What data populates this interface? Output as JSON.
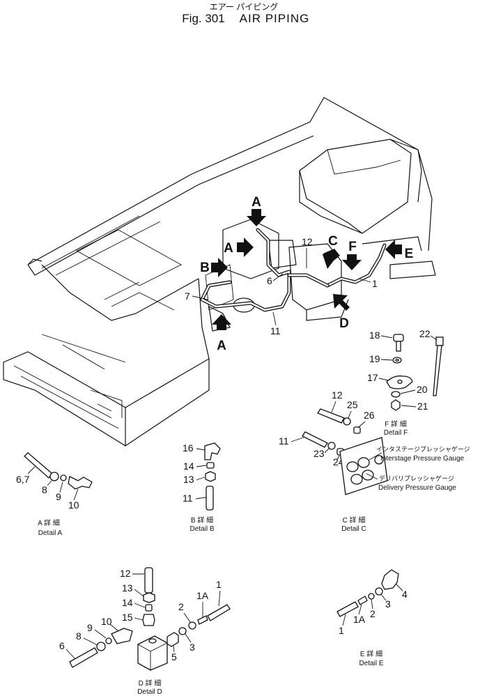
{
  "header": {
    "jp_title": "エアー パイピング",
    "fig": "Fig. 301",
    "title": "AIR PIPING"
  },
  "arrows": {
    "a": "A",
    "b": "B",
    "c": "C",
    "d": "D",
    "e": "E",
    "f": "F"
  },
  "main_parts": {
    "p1": "1",
    "p6": "6",
    "p7": "7",
    "p11": "11",
    "p12": "12"
  },
  "detail_a": {
    "p67": "6,7",
    "p8": "8",
    "p9": "9",
    "p10": "10",
    "jp": "A 詳 細",
    "caption": "Detail A"
  },
  "detail_b": {
    "p16": "16",
    "p14": "14",
    "p13": "13",
    "p11": "11",
    "jp": "B 詳 細",
    "caption": "Detail B"
  },
  "detail_c": {
    "p12": "12",
    "p25": "25",
    "p26": "26",
    "p11": "11",
    "p23": "23",
    "p24": "24",
    "gauge1_jp": "インタステージプレッシャゲージ",
    "gauge1": "Interstage Pressure Gauge",
    "gauge2_jp": "デリバリプレッシャゲージ",
    "gauge2": "Delivery Pressure Gauge",
    "jp": "C 詳 細",
    "caption": "Detail C"
  },
  "detail_f": {
    "p18": "18",
    "p19": "19",
    "p17": "17",
    "p20": "20",
    "p21": "21",
    "p22": "22",
    "jp": "F 詳 細",
    "caption": "Detail F"
  },
  "detail_d": {
    "p12": "12",
    "p13": "13",
    "p14": "14",
    "p15": "15",
    "p10": "10",
    "p9": "9",
    "p8": "8",
    "p6": "6",
    "p5": "5",
    "p3": "3",
    "p2": "2",
    "p1a": "1A",
    "p1": "1",
    "jp": "D 詳 細",
    "caption": "Detail D"
  },
  "detail_e": {
    "p1": "1",
    "p1a": "1A",
    "p2": "2",
    "p3": "3",
    "p4": "4",
    "jp": "E 詳 細",
    "caption": "Detail E"
  }
}
